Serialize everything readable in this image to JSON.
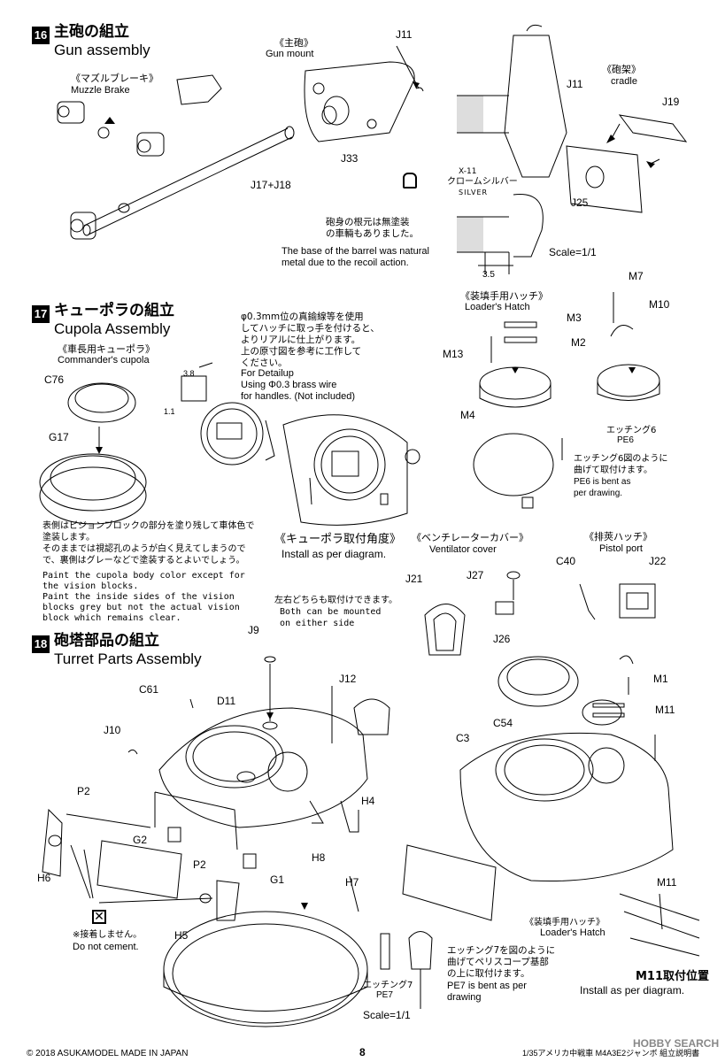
{
  "steps": {
    "s16": {
      "number": "16",
      "title_jp": "主砲の組立",
      "title_en": "Gun assembly",
      "muzzle_jp": "《マズルブレーキ》",
      "muzzle_en": "Muzzle Brake",
      "gunmount_jp": "《主砲》",
      "gunmount_en": "Gun mount",
      "cradle_jp": "《砲架》",
      "cradle_en": "cradle",
      "parts": {
        "j11a": "J11",
        "j11b": "J11",
        "j33": "J33",
        "j17j18": "J17+J18",
        "j19": "J19",
        "j25": "J25"
      },
      "paint_code": "X-11",
      "paint_jp": "クロームシルバー",
      "paint_en": "SILVER",
      "barrel_note_jp": "砲身の根元は無塗装\nの車輛もありました。",
      "barrel_note_en": "The base of the barrel was natural\nmetal due to the recoil action.",
      "dim": "3.5",
      "scale": "Scale=1/1"
    },
    "s17": {
      "number": "17",
      "title_jp": "キューポラの組立",
      "title_en": "Cupola Assembly",
      "cmd_jp": "《車長用キューポラ》",
      "cmd_en": "Commander's cupola",
      "parts": {
        "c76": "C76",
        "g17": "G17",
        "m13": "M13",
        "m3": "M3",
        "m2": "M2",
        "m4": "M4",
        "m7": "M7",
        "m10": "M10"
      },
      "dim_a": "3.8",
      "dim_b": "1.1",
      "detail_jp": "φ0.3mm位の真鍮線等を使用\nしてハッチに取っ手を付けると、\nよりリアルに仕上がります。\n上の原寸図を参考に工作して\nください。",
      "detail_en": "For Detailup\nUsing Φ0.3 brass wire\nfor handles. (Not included)",
      "loader_jp": "《装填手用ハッチ》",
      "loader_en": "Loader's Hatch",
      "pe6_jp": "エッチング6",
      "pe6_en": "PE6",
      "pe6_note_jp": "エッチング6図のように\n曲げて取付けます。",
      "pe6_note_en": "PE6 is bent as\nper drawing.",
      "paint_note_jp": "表側はビジョンブロックの部分を塗り残して車体色で\n塗装します。\nそのままでは視認孔のようが白く見えてしまうので\nで、裏側はグレーなどで塗装するとよいでしょう。",
      "paint_note_en": "Paint the cupola body color except for\nthe vision blocks.\nPaint the inside sides of the vision\nblocks grey but not the actual vision\nblock which remains clear.",
      "angle_jp": "《キューポラ取付角度》",
      "angle_en": "Install as per diagram.",
      "vent_jp": "《ベンチレーターカバー》",
      "vent_en": "Ventilator cover",
      "vent_parts": {
        "j21": "J21",
        "j27": "J27",
        "j26": "J26"
      },
      "pistol_jp": "《排莢ハッチ》",
      "pistol_en": "Pistol port",
      "pistol_parts": {
        "c40": "C40",
        "j22": "J22"
      }
    },
    "s18": {
      "number": "18",
      "title_jp": "砲塔部品の組立",
      "title_en": "Turret Parts Assembly",
      "side_jp": "左右どちらも取付けできます。",
      "side_en": "Both can be mounted\non either side",
      "parts": {
        "j9": "J9",
        "j12": "J12",
        "c61": "C61",
        "d11": "D11",
        "j10": "J10",
        "p2a": "P2",
        "g2": "G2",
        "h6": "H6",
        "p2b": "P2",
        "g1": "G1",
        "h4": "H4",
        "h8": "H8",
        "h7": "H7",
        "h5": "H5",
        "m1": "M1",
        "c54": "C54",
        "c3": "C3",
        "m11a": "M11",
        "m11b": "M11"
      },
      "nocement_jp": "※接着しません。",
      "nocement_en": "Do not cement.",
      "pe7_jp": "エッチング7",
      "pe7_en": "PE7",
      "pe7_note_jp": "エッチング7を図のように\n曲げてペリスコープ基部\nの上に取付けます。",
      "pe7_note_en": "PE7 is bent as per\ndrawing",
      "scale": "Scale=1/1",
      "loader_jp": "《装填手用ハッチ》",
      "loader_en": "Loader's Hatch",
      "m11pos_jp": "M11取付位置",
      "m11pos_en": "Install as per diagram."
    }
  },
  "footer": {
    "copyright": "© 2018 ASUKAMODEL    MADE IN JAPAN",
    "page": "8",
    "title": "1/35アメリカ中戦車 M4A3E2ジャンボ 組立説明書",
    "watermark": "HOBBY SEARCH"
  }
}
